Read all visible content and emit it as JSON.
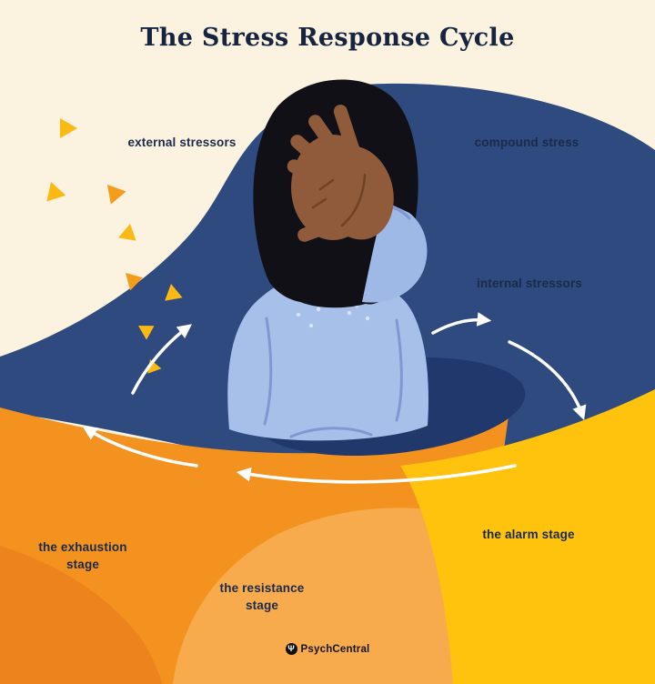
{
  "title": "The Stress Response Cycle",
  "labels": {
    "external_stressors": "external stressors",
    "compound_stress": "compound stress",
    "internal_stressors": "internal stressors",
    "alarm_stage": "the alarm stage",
    "resistance_stage": "the resistance stage",
    "exhaustion_stage": "the exhaustion stage"
  },
  "footer": {
    "brand": "PsychCentral",
    "logo_glyph": "Ψ"
  },
  "icons": {
    "triangle_accent": "yellow triangle accent",
    "cycle_arrow": "white curved cycle arrow",
    "logo": "psychcentral-logo"
  },
  "colors": {
    "background": "#FBF2E0",
    "navy": "#2E4A7E",
    "navy_dark": "#20386B",
    "orange": "#F3921F",
    "orange_dark": "#ED831C",
    "orange_light": "#F8AB4C",
    "yellow": "#FFC20D",
    "triangle_yellow": "#FCB813",
    "text": "#1B2A4A",
    "arrow": "#FFFFFF",
    "skin": "#8F5B3A",
    "sweater": "#A7C0EA",
    "hair": "#101016"
  }
}
